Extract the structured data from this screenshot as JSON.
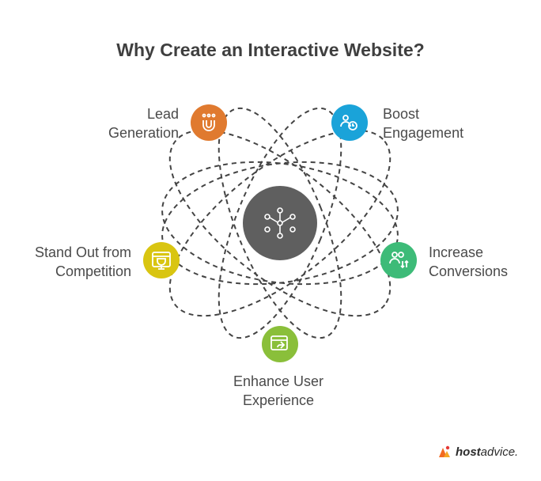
{
  "title": "Why Create an Interactive Website?",
  "center": {
    "icon": "network-nodes-icon",
    "color": "#5f5f5f"
  },
  "items": [
    {
      "id": "lead",
      "lines": [
        "Lead",
        "Generation"
      ],
      "icon": "magnet-users-icon",
      "color": "#e07a2f"
    },
    {
      "id": "boost",
      "lines": [
        "Boost",
        "Engagement"
      ],
      "icon": "users-clock-icon",
      "color": "#1aa3d9"
    },
    {
      "id": "standout",
      "lines": [
        "Stand Out from",
        "Competition"
      ],
      "icon": "trophy-icon",
      "color": "#d9c511"
    },
    {
      "id": "increase",
      "lines": [
        "Increase",
        "Conversions"
      ],
      "icon": "users-arrows-icon",
      "color": "#3dbb78"
    },
    {
      "id": "enhance",
      "lines": [
        "Enhance User",
        "Experience"
      ],
      "icon": "browser-share-icon",
      "color": "#8abf3a"
    }
  ],
  "brand": {
    "bold": "host",
    "light": "advice."
  }
}
